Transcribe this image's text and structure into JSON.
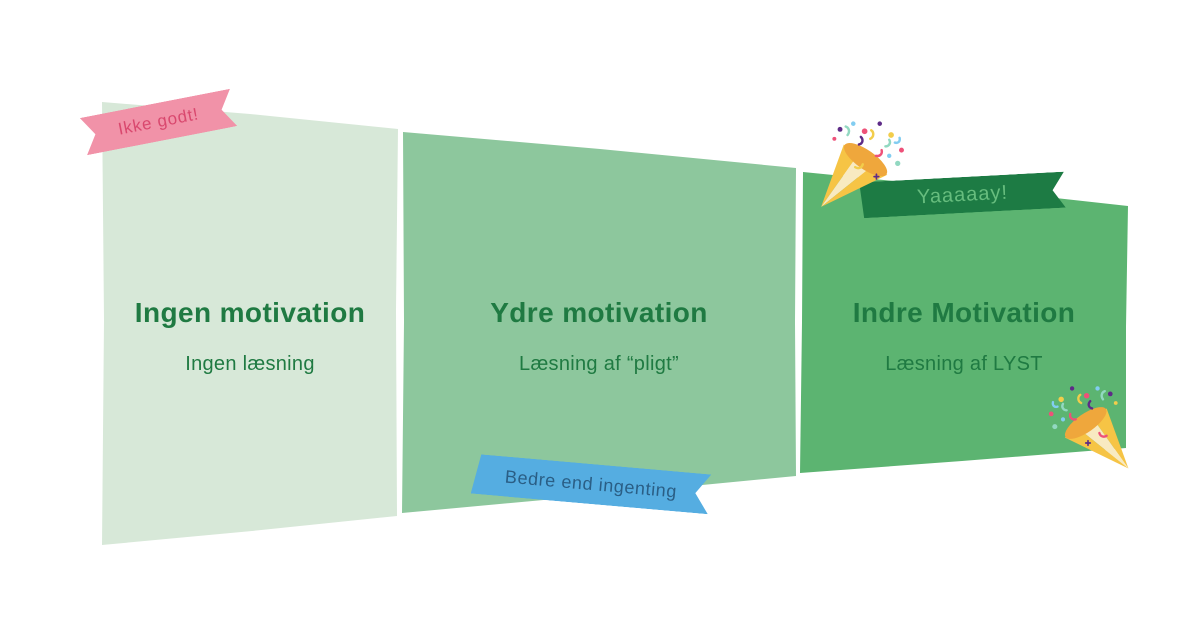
{
  "diagram_title": "Motivation for reading (Danish) three-stage diagram",
  "panels": [
    {
      "title": "Ingen motivation",
      "subtitle": "Ingen læsning"
    },
    {
      "title": "Ydre motivation",
      "subtitle": "Læsning af “pligt”"
    },
    {
      "title": "Indre Motivation",
      "subtitle": "Læsning af LYST"
    }
  ],
  "ribbons": {
    "pink": "Ikke godt!",
    "blue": "Bedre end ingenting",
    "green": "Yaaaaay!"
  },
  "icons": {
    "party_popper": "🎉"
  },
  "colors": {
    "panel1_bg": "#d7e8d8",
    "panel2_bg": "#8dc79d",
    "panel3_bg": "#5cb471",
    "heading_text": "#1f7a42",
    "ribbon_pink_bg": "#f192a8",
    "ribbon_pink_text": "#d9486e",
    "ribbon_blue_bg": "#55ade1",
    "ribbon_blue_text": "#2a5e85",
    "ribbon_green_bg": "#1d7b44",
    "ribbon_green_text": "#67bd7e"
  }
}
